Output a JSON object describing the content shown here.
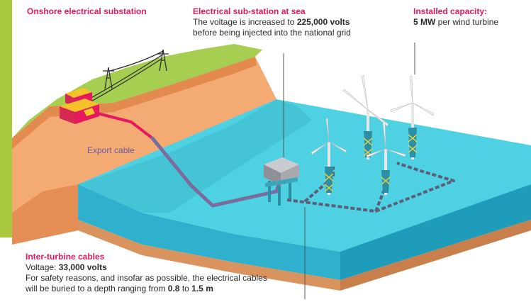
{
  "onshore": {
    "title": "Onshore electrical substation"
  },
  "export_cable": {
    "label": "Export cable"
  },
  "substation_sea": {
    "title": "Electrical sub-station at sea",
    "line1_pre": "The voltage is increased to ",
    "line1_value": "225,000 volts",
    "line2": "before being injected into the national grid"
  },
  "capacity": {
    "title": "Installed capacity:",
    "value": "5 MW",
    "suffix": " per wind turbine"
  },
  "inter_turbine": {
    "title": "Inter-turbine cables",
    "voltage_label": "Voltage: ",
    "voltage_value": "33,000 volts",
    "safety_line1": "For safety reasons, and insofar as possible, the electrical cables",
    "safety_line2_pre": "will be buried to a depth ranging from ",
    "depth_min": "0.8",
    "depth_to": " to ",
    "depth_max": "1.5 m"
  },
  "colors": {
    "accent_pink": "#e6195f",
    "sea": "#3cc3d9",
    "sea_top": "#4fd1e4",
    "land_orange": "#f4ab73",
    "grass": "#a6cf52",
    "cable": "#7b6c9e",
    "side_bar": "#a8c93e"
  }
}
